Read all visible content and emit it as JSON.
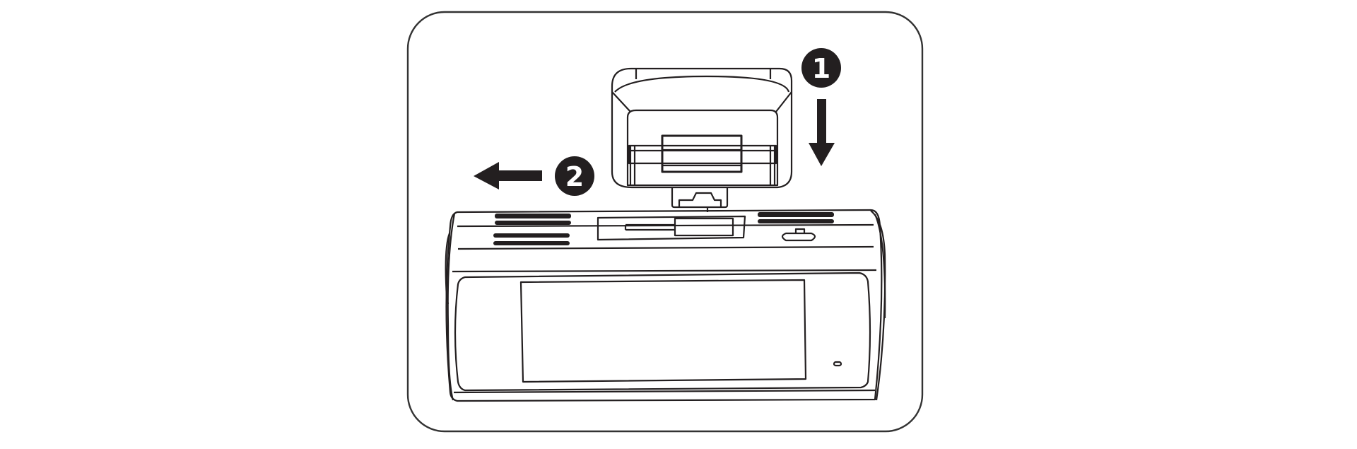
{
  "steps": [
    {
      "number": "1",
      "action": "press-down"
    },
    {
      "number": "2",
      "action": "slide-left"
    }
  ],
  "colors": {
    "line": "#333333",
    "badge": "#231f20",
    "background": "#ffffff"
  }
}
